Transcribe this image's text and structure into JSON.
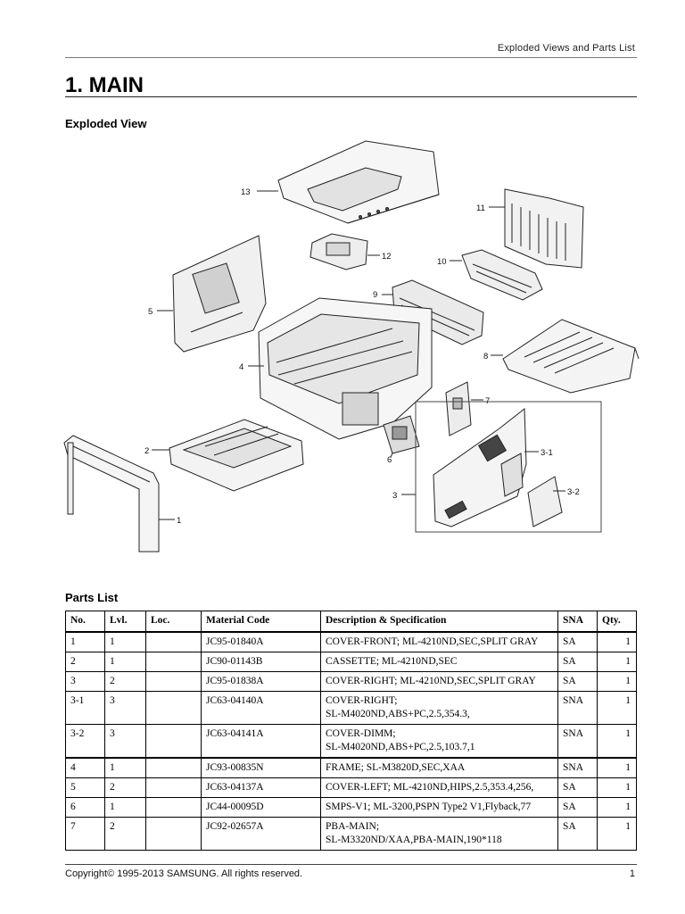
{
  "header": {
    "text": "Exploded Views and Parts List"
  },
  "section": {
    "title": "1.  MAIN"
  },
  "exploded_view": {
    "heading": "Exploded View",
    "callouts": [
      "13",
      "12",
      "11",
      "10",
      "9",
      "8",
      "5",
      "4",
      "7",
      "2",
      "6",
      "3",
      "3-1",
      "3-2",
      "1"
    ]
  },
  "parts_list": {
    "heading": "Parts List",
    "columns": [
      "No.",
      "Lvl.",
      "Loc.",
      "Material Code",
      "Description & Specification",
      "SNA",
      "Qty."
    ],
    "rows": [
      {
        "no": "1",
        "lvl": "1",
        "loc": "",
        "code": "JC95-01840A",
        "desc1": "COVER-FRONT; ML-4210ND,SEC,SPLIT GRAY",
        "desc2": "",
        "sna": "SA",
        "qty": "1"
      },
      {
        "no": "2",
        "lvl": "1",
        "loc": "",
        "code": "JC90-01143B",
        "desc1": "CASSETTE; ML-4210ND,SEC",
        "desc2": "",
        "sna": "SA",
        "qty": "1"
      },
      {
        "no": "3",
        "lvl": "2",
        "loc": "",
        "code": "JC95-01838A",
        "desc1": "COVER-RIGHT; ML-4210ND,SEC,SPLIT GRAY",
        "desc2": "",
        "sna": "SA",
        "qty": "1"
      },
      {
        "no": "3-1",
        "lvl": "3",
        "loc": "",
        "code": "JC63-04140A",
        "desc1": "COVER-RIGHT;",
        "desc2": "SL-M4020ND,ABS+PC,2.5,354.3,",
        "sna": "SNA",
        "qty": "1"
      },
      {
        "no": "3-2",
        "lvl": "3",
        "loc": "",
        "code": "JC63-04141A",
        "desc1": "COVER-DIMM;",
        "desc2": "SL-M4020ND,ABS+PC,2.5,103.7,1",
        "sna": "SNA",
        "qty": "1"
      },
      {
        "no": "4",
        "lvl": "1",
        "loc": "",
        "code": "JC93-00835N",
        "desc1": "FRAME; SL-M3820D,SEC,XAA",
        "desc2": "",
        "sna": "SNA",
        "qty": "1"
      },
      {
        "no": "5",
        "lvl": "2",
        "loc": "",
        "code": "JC63-04137A",
        "desc1": "COVER-LEFT; ML-4210ND,HIPS,2.5,353.4,256,",
        "desc2": "",
        "sna": "SA",
        "qty": "1"
      },
      {
        "no": "6",
        "lvl": "1",
        "loc": "",
        "code": "JC44-00095D",
        "desc1": "SMPS-V1; ML-3200,PSPN Type2 V1,Flyback,77",
        "desc2": "",
        "sna": "SA",
        "qty": "1"
      },
      {
        "no": "7",
        "lvl": "2",
        "loc": "",
        "code": "JC92-02657A",
        "desc1": "PBA-MAIN;",
        "desc2": "SL-M3320ND/XAA,PBA-MAIN,190*118",
        "sna": "SA",
        "qty": "1"
      }
    ]
  },
  "footer": {
    "copyright": "Copyright© 1995-2013 SAMSUNG. All rights reserved.",
    "page": "1"
  }
}
